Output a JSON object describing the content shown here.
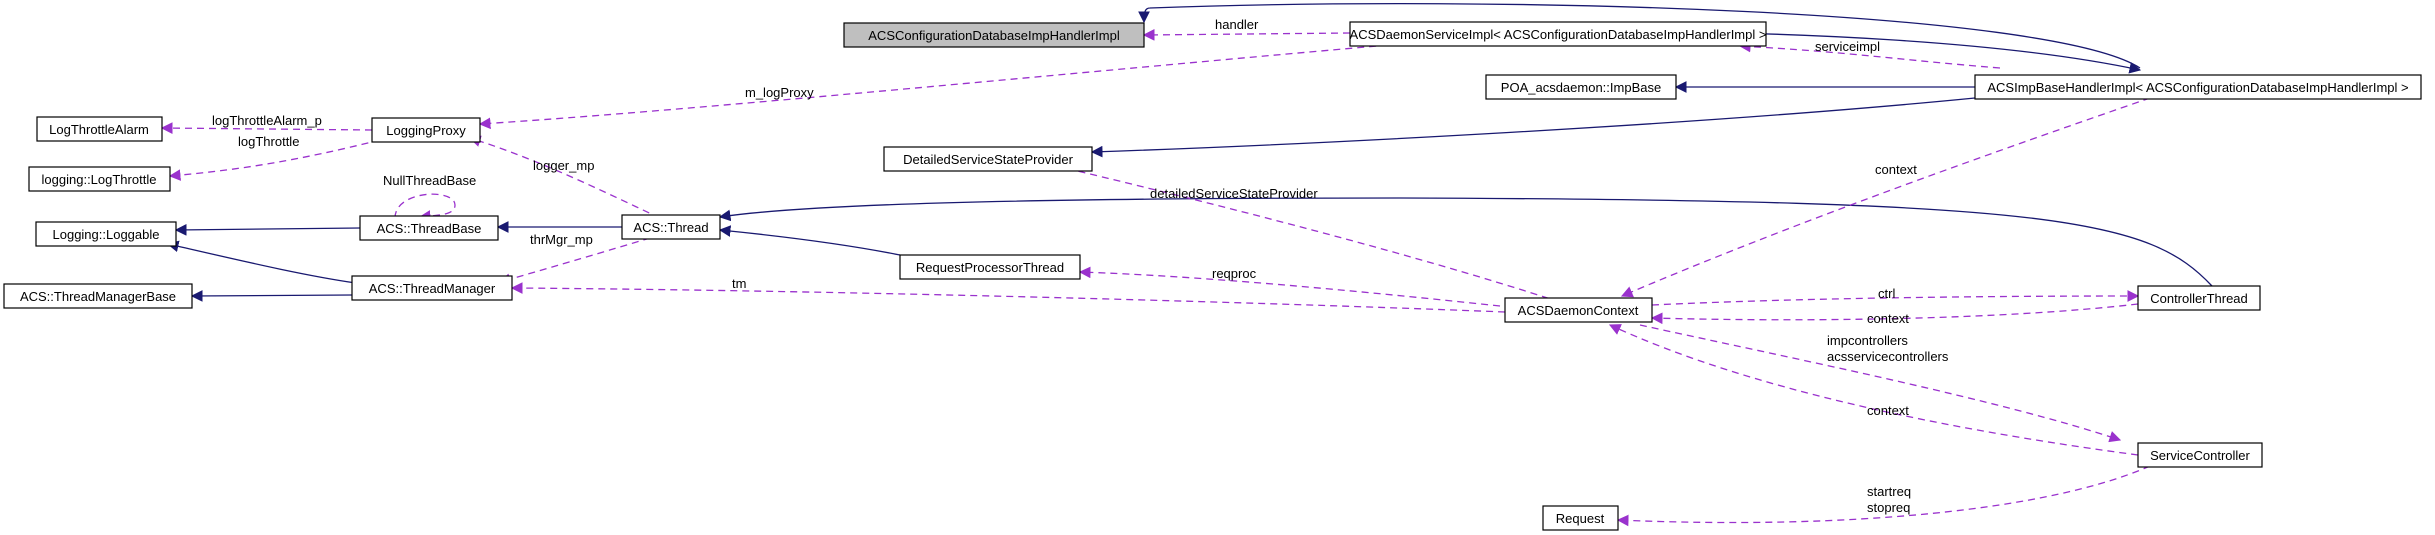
{
  "diagram": {
    "colors": {
      "inheritance": "#191970",
      "usage": "#9a32cd",
      "focus_fill": "#bfbfbf"
    },
    "nodes": {
      "acs_cfg_db_handler": "ACSConfigurationDatabaseImpHandlerImpl",
      "daemon_service_impl": "ACSDaemonServiceImpl< ACSConfigurationDatabaseImpHandlerImpl >",
      "poa_impbase": "POA_acsdaemon::ImpBase",
      "imp_base_handler": "ACSImpBaseHandlerImpl< ACSConfigurationDatabaseImpHandlerImpl >",
      "log_throttle_alarm": "LogThrottleAlarm",
      "logging_proxy": "LoggingProxy",
      "logging_log_throttle": "logging::LogThrottle",
      "detailed_service_state_provider": "DetailedServiceStateProvider",
      "logging_loggable": "Logging::Loggable",
      "thread_base": "ACS::ThreadBase",
      "thread": "ACS::Thread",
      "thread_manager_base": "ACS::ThreadManagerBase",
      "thread_manager": "ACS::ThreadManager",
      "request_processor_thread": "RequestProcessorThread",
      "daemon_context": "ACSDaemonContext",
      "controller_thread": "ControllerThread",
      "service_controller": "ServiceController",
      "request": "Request"
    },
    "edge_labels": {
      "handler": "handler",
      "serviceimpl": "serviceimpl",
      "m_log_proxy": "m_logProxy",
      "log_throttle_alarm_p": "logThrottleAlarm_p",
      "log_throttle": "logThrottle",
      "null_thread_base": "NullThreadBase",
      "logger_mp": "logger_mp",
      "thr_mgr_mp": "thrMgr_mp",
      "tm": "tm",
      "detailed_service_state_provider": "detailedServiceStateProvider",
      "reqproc": "reqproc",
      "context_top": "context",
      "ctrl": "ctrl",
      "context_ctrl": "context",
      "impcontrollers": "impcontrollers",
      "acsservicecontrollers": "acsservicecontrollers",
      "context_service": "context",
      "startreq": "startreq",
      "stopreq": "stopreq"
    }
  }
}
